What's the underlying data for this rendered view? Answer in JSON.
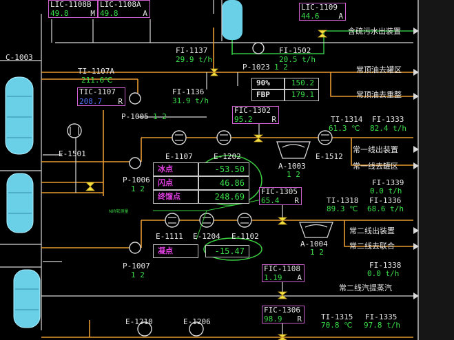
{
  "colors": {
    "flow_orange": "#e89a30",
    "flow_white": "#d8d8d8",
    "flow_green": "#30c040",
    "vessel": "#6ad0e8",
    "tag_border": "#d060d0",
    "value_green": "#39e04a",
    "annot_green": "#3ad040"
  },
  "top": {
    "lic_1108b": {
      "name": "LIC-1108B",
      "value": "49.8",
      "mode": "M"
    },
    "lic_1108a": {
      "name": "LIC-1108A",
      "value": "49.8",
      "mode": "A"
    },
    "lic_1109": {
      "name": "LIC-1109",
      "value": "44.6",
      "mode": "A"
    }
  },
  "column": {
    "name": "C-1003"
  },
  "flows": {
    "fi_1137": {
      "name": "FI-1137",
      "value": "29.9 t/h"
    },
    "fi_1502": {
      "name": "FI-1502",
      "value": "20.5 t/h"
    },
    "fi_1136": {
      "name": "FI-1136",
      "value": "31.9 t/h"
    },
    "fi_1339": {
      "name": "FI-1339",
      "value": "0.0 t/h"
    },
    "fi_1338": {
      "name": "FI-1338",
      "value": "0.0 t/h"
    },
    "fi_1333": {
      "name": "FI-1333",
      "value": "82.4 t/h"
    },
    "fi_1336": {
      "name": "FI-1336",
      "value": "68.6 t/h"
    },
    "fi_1335": {
      "name": "FI-1335",
      "value": "97.8 t/h"
    }
  },
  "temps": {
    "ti_1107a": {
      "name": "TI-1107A",
      "value": "211.6℃"
    },
    "ti_1314": {
      "name": "TI-1314",
      "value": "61.3 ℃"
    },
    "ti_1318": {
      "name": "TI-1318",
      "value": "89.3 ℃"
    },
    "ti_1315": {
      "name": "TI-1315",
      "value": "70.8 ℃"
    }
  },
  "controllers": {
    "tic_1107": {
      "name": "TIC-1107",
      "value": "208.7",
      "mode": "R"
    },
    "fic_1302": {
      "name": "FIC-1302",
      "value": "95.2",
      "mode": "R"
    },
    "fic_1305": {
      "name": "FIC-1305",
      "value": "65.4",
      "mode": "R"
    },
    "fic_1108": {
      "name": "FIC-1108",
      "value": "1.19",
      "mode": "A"
    },
    "fic_1306": {
      "name": "FIC-1306",
      "value": "98.9",
      "mode": "R"
    }
  },
  "percent_panel": {
    "r1_label": "90%",
    "r1_value": "150.2",
    "r2_label": "FBP",
    "r2_value": "179.1"
  },
  "pumps": {
    "p1023": {
      "name": "P-1023",
      "num": "1 2"
    },
    "p1005": {
      "name": "P-1005",
      "num": "1 2"
    },
    "p1006": {
      "name": "P-1006",
      "num": "1 2"
    },
    "p1007": {
      "name": "P-1007",
      "num": "1 2"
    }
  },
  "exchangers": {
    "e1107": "E-1107",
    "e1202": "E-1202",
    "e1501": "E-1501",
    "e1512": "E-1512",
    "e1111": "E-1111",
    "e1204": "E-1204",
    "e1102": "E-1102",
    "e1210": "E-1210",
    "e1206": "E-1206"
  },
  "coolers": {
    "a1003": {
      "name": "A-1003",
      "num": "1 2"
    },
    "a1004": {
      "name": "A-1004",
      "num": "1 2"
    }
  },
  "analyzer": {
    "rows": [
      {
        "label": "冰点",
        "value": "-53.50"
      },
      {
        "label": "闪点",
        "value": "46.86"
      },
      {
        "label": "终馏点",
        "value": "248.69"
      }
    ],
    "pour": {
      "label": "凝点",
      "value": "-15.47"
    },
    "annotation": "NIR软测量"
  },
  "destinations": {
    "d1": "含硫污水出装置",
    "d2": "常顶油去罐区",
    "d3": "常顶油去重整",
    "d4": "常一线出装置",
    "d5": "常一线去罐区",
    "d6": "常二线出装置",
    "d7": "常二线去联合",
    "d8": "常二线汽提蒸汽"
  }
}
